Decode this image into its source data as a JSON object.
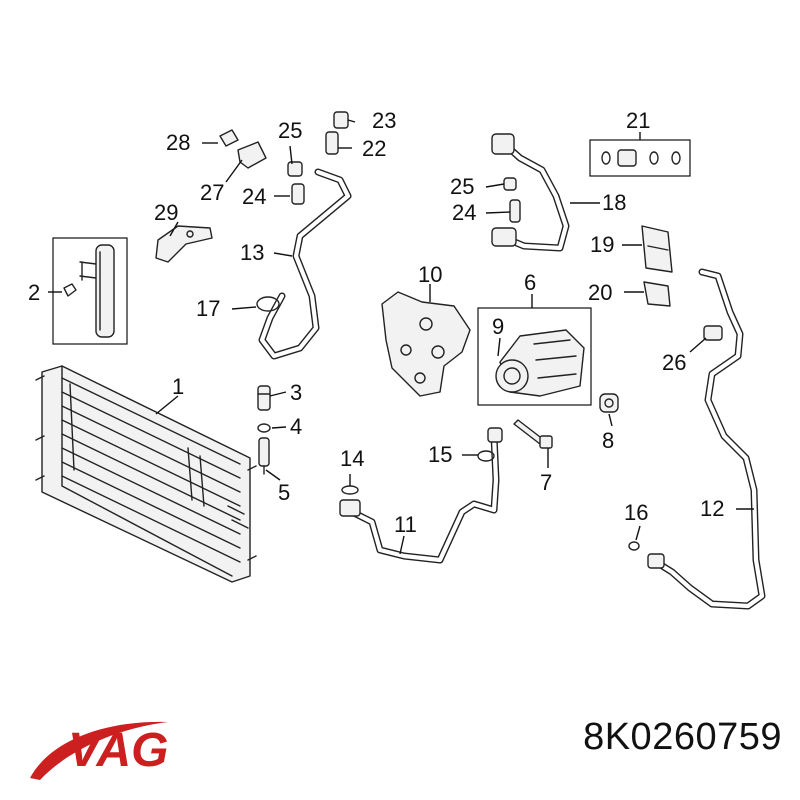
{
  "diagram": {
    "callouts": [
      "1",
      "2",
      "3",
      "4",
      "5",
      "6",
      "7",
      "8",
      "9",
      "10",
      "11",
      "12",
      "13",
      "14",
      "15",
      "16",
      "17",
      "18",
      "19",
      "20",
      "21",
      "22",
      "23",
      "24",
      "24",
      "25",
      "25",
      "26",
      "27",
      "28",
      "29"
    ]
  },
  "brand": {
    "logo_text": "VAG",
    "logo_color": "#cc1f1f",
    "swoosh_color": "#cc1f1f"
  },
  "part_number": "8K0260759",
  "colors": {
    "line": "#222222",
    "background": "#ffffff"
  }
}
